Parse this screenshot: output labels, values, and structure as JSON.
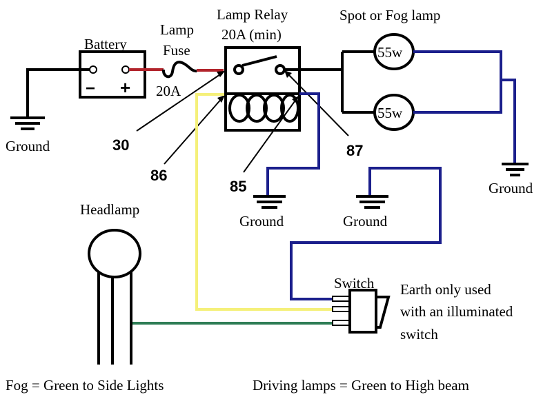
{
  "title": "Spot / Fog Lamp Relay Wiring Diagram",
  "labels": {
    "battery": "Battery",
    "battery_negative": "−",
    "battery_positive": "+",
    "fuse_line1": "Lamp",
    "fuse_line2": "Fuse",
    "fuse_rating": "20A",
    "relay_line1": "Lamp Relay",
    "relay_line2": "20A (min)",
    "lamps_title": "Spot or Fog lamp",
    "lamp1_rating": "55w",
    "lamp2_rating": "55w",
    "headlamp": "Headlamp",
    "switch": "Switch",
    "earth_note_line1": "Earth only used",
    "earth_note_line2": "with an illuminated",
    "earth_note_line3": "switch",
    "fog_note": "Fog = Green to Side Lights",
    "driving_note": "Driving lamps = Green to High beam"
  },
  "grounds": {
    "battery": "Ground",
    "relay_85": "Ground",
    "switch": "Ground",
    "lamps": "Ground"
  },
  "relay_pins": {
    "pin30": "30",
    "pin86": "86",
    "pin85": "85",
    "pin87": "87"
  },
  "wire_colors": {
    "battery_to_relay": "#b2242c",
    "switch_to_relay_86": "#f5f07a",
    "ground_returns": "#1b1f8c",
    "headlamp_to_switch": "#2e7d55",
    "relay_87_to_lamps": "#000000"
  }
}
